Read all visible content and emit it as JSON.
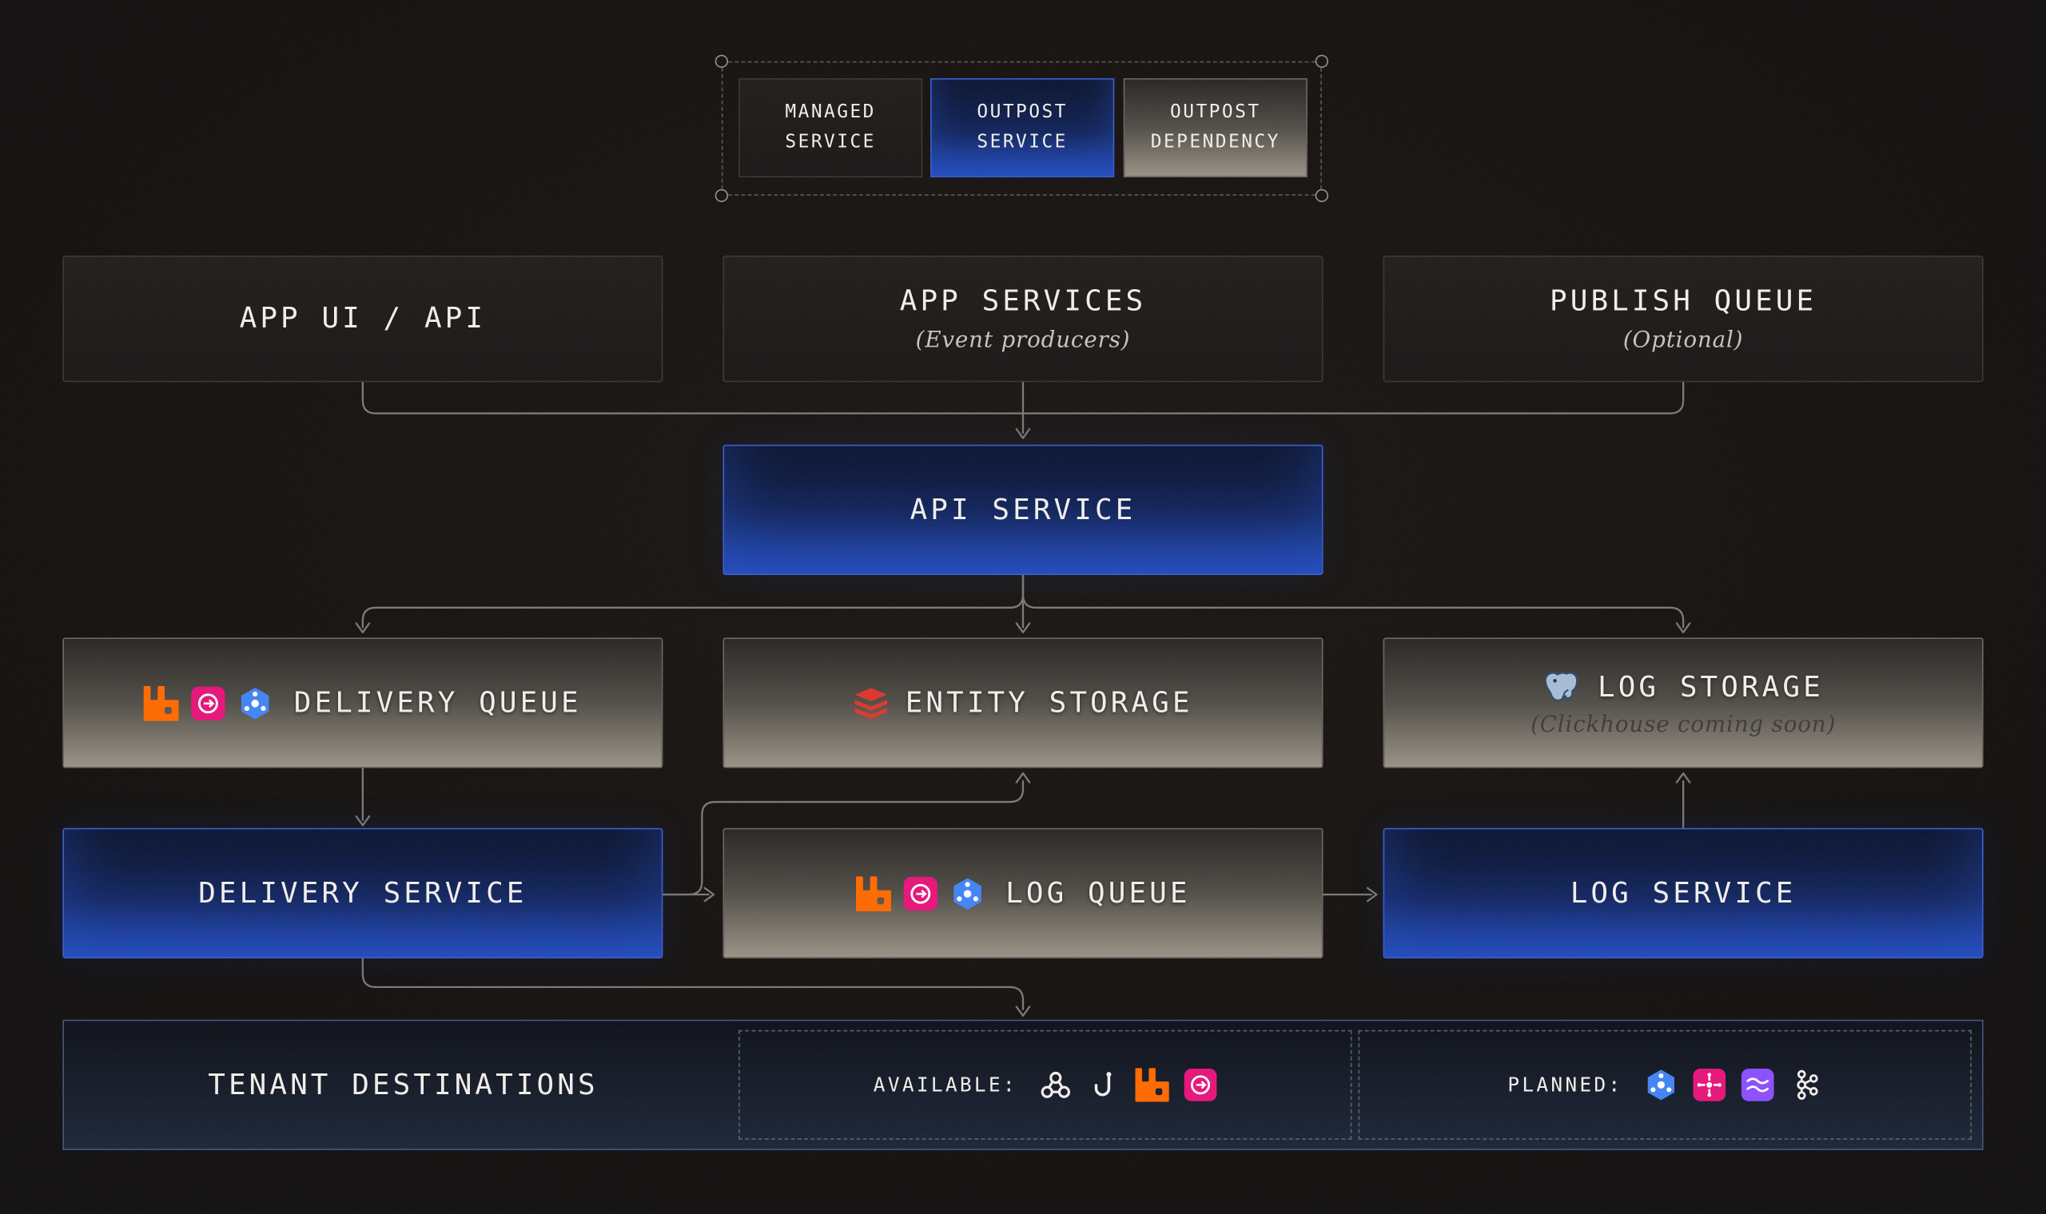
{
  "legend": {
    "items": [
      {
        "label": "MANAGED SERVICE",
        "type": "managed"
      },
      {
        "label": "OUTPOST SERVICE",
        "type": "outpost-service"
      },
      {
        "label": "OUTPOST DEPENDENCY",
        "type": "outpost-dependency"
      }
    ]
  },
  "nodes": {
    "app_ui_api": {
      "title": "APP UI / API"
    },
    "app_services": {
      "title": "APP SERVICES",
      "subtitle": "(Event producers)"
    },
    "publish_queue": {
      "title": "PUBLISH QUEUE",
      "subtitle": "(Optional)"
    },
    "api_service": {
      "title": "API SERVICE"
    },
    "delivery_queue": {
      "title": "DELIVERY QUEUE",
      "icons": [
        "rabbitmq-icon",
        "aws-sqs-icon",
        "gcp-pubsub-icon"
      ]
    },
    "entity_storage": {
      "title": "ENTITY STORAGE",
      "icons": [
        "redis-icon"
      ]
    },
    "log_storage": {
      "title": "LOG STORAGE",
      "subtitle": "(Clickhouse coming soon)",
      "icons": [
        "postgresql-icon"
      ]
    },
    "delivery_service": {
      "title": "DELIVERY SERVICE"
    },
    "log_queue": {
      "title": "LOG QUEUE",
      "icons": [
        "rabbitmq-icon",
        "aws-sqs-icon",
        "gcp-pubsub-icon"
      ]
    },
    "log_service": {
      "title": "LOG SERVICE"
    },
    "tenant_destinations": {
      "title": "TENANT DESTINATIONS",
      "available": {
        "label": "AVAILABLE:",
        "icons": [
          "webhook-icon",
          "hookdeck-icon",
          "rabbitmq-icon",
          "aws-sqs-icon"
        ]
      },
      "planned": {
        "label": "PLANNED:",
        "icons": [
          "gcp-pubsub-icon",
          "amazon-eventbridge-icon",
          "amazon-kinesis-icon",
          "kafka-icon"
        ]
      }
    }
  },
  "colors": {
    "background": "#141110",
    "outpost_blue": "#1f44a8",
    "blue_border": "#3a5ed2",
    "gray_gradient_bottom": "#9a9286",
    "tenant_border": "#44557b",
    "edge_gray": "#7d7a75",
    "rabbitmq_orange": "#ff6a00",
    "sqs_pink": "#e7157b",
    "pubsub_blue": "#4285f4",
    "kinesis_purple": "#8c4fff",
    "redis_red": "#dc382d",
    "postgres_blue": "#a6bdd6"
  }
}
